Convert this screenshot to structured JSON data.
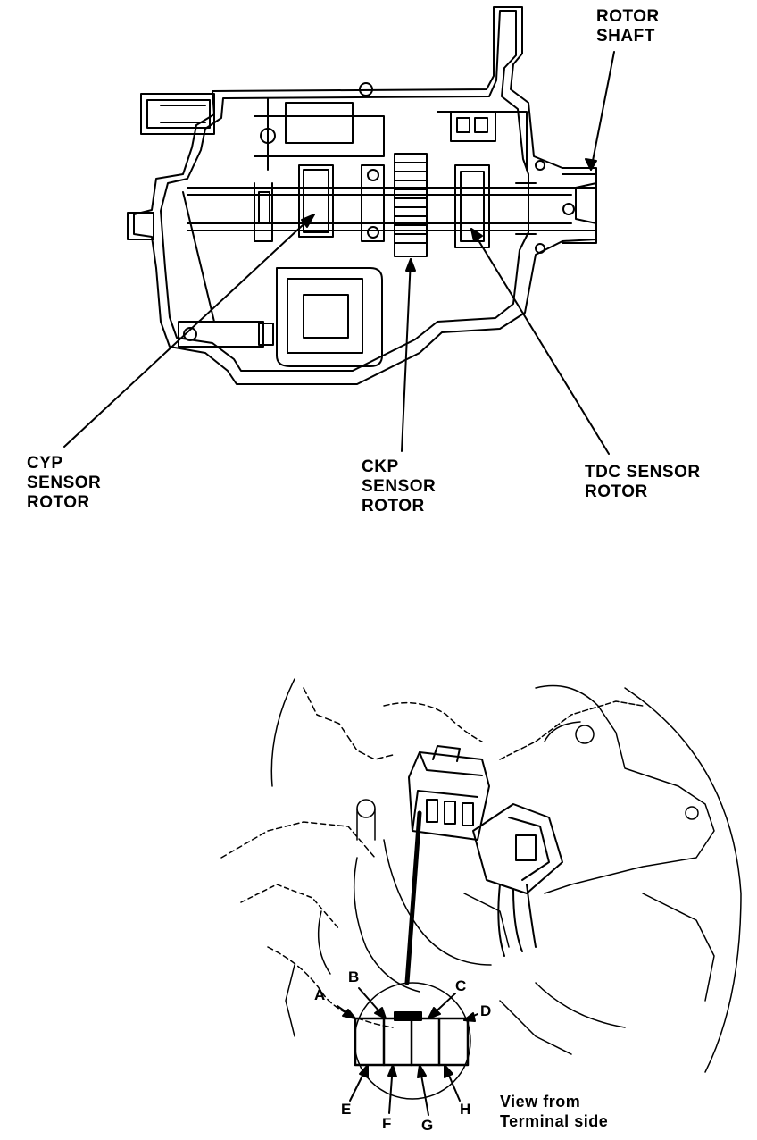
{
  "upper_figure": {
    "labels": {
      "rotor_shaft": [
        "ROTOR",
        "SHAFT"
      ],
      "cyp_sensor_rotor": [
        "CYP",
        "SENSOR",
        "ROTOR"
      ],
      "ckp_sensor_rotor": [
        "CKP",
        "SENSOR",
        "ROTOR"
      ],
      "tdc_sensor_rotor": [
        "TDC SENSOR",
        "ROTOR"
      ]
    }
  },
  "lower_figure": {
    "connector_pins": {
      "a": "A",
      "b": "B",
      "c": "C",
      "d": "D",
      "e": "E",
      "f": "F",
      "g": "G",
      "h": "H"
    },
    "view_note": [
      "View from",
      "Terminal side"
    ]
  }
}
